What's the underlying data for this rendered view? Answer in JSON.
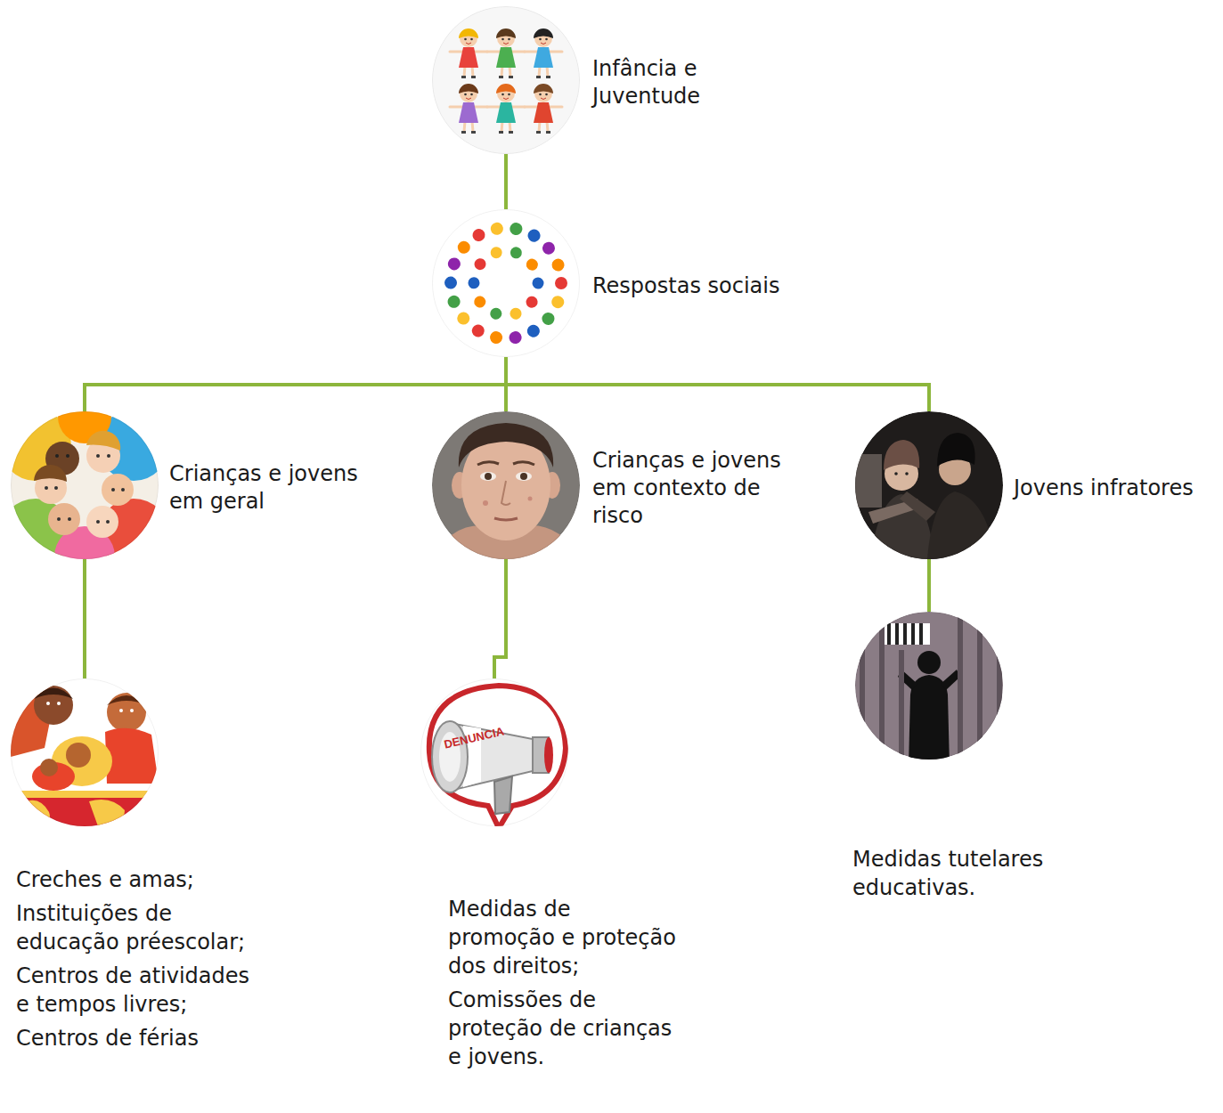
{
  "diagram": {
    "nodes": [
      {
        "text": [
          "Infância e Juventude"
        ]
      },
      {
        "text": [
          "Respostas sociais"
        ]
      },
      {
        "text": [
          "Crianças e jovens em geral"
        ]
      },
      {
        "text": [
          "Crianças e jovens em contexto de risco"
        ]
      },
      {
        "text": [
          "Jovens infratores"
        ]
      },
      {
        "text": [
          "Creches e amas;",
          "Instituições de educação préescolar;",
          "Centros de atividades e tempos livres;",
          "Centros de férias"
        ]
      },
      {
        "text": [
          "Medidas de promoção e proteção dos direitos;",
          "Comissões de proteção de crianças e jovens."
        ]
      },
      {
        "text": [
          "Medidas tutelares educativas."
        ]
      }
    ],
    "edges": [
      {
        "from": 0,
        "to": 1,
        "arrow": "none"
      },
      {
        "from": 1,
        "to": 2,
        "arrow": "none"
      },
      {
        "from": 1,
        "to": 3,
        "arrow": "none"
      },
      {
        "from": 1,
        "to": 4,
        "arrow": "none"
      },
      {
        "from": 2,
        "to": 5,
        "arrow": "none"
      },
      {
        "from": 3,
        "to": 6,
        "arrow": "none"
      },
      {
        "from": 4,
        "to": 7,
        "arrow": "none"
      }
    ],
    "labels": [
      "DENUNCIA"
    ]
  }
}
